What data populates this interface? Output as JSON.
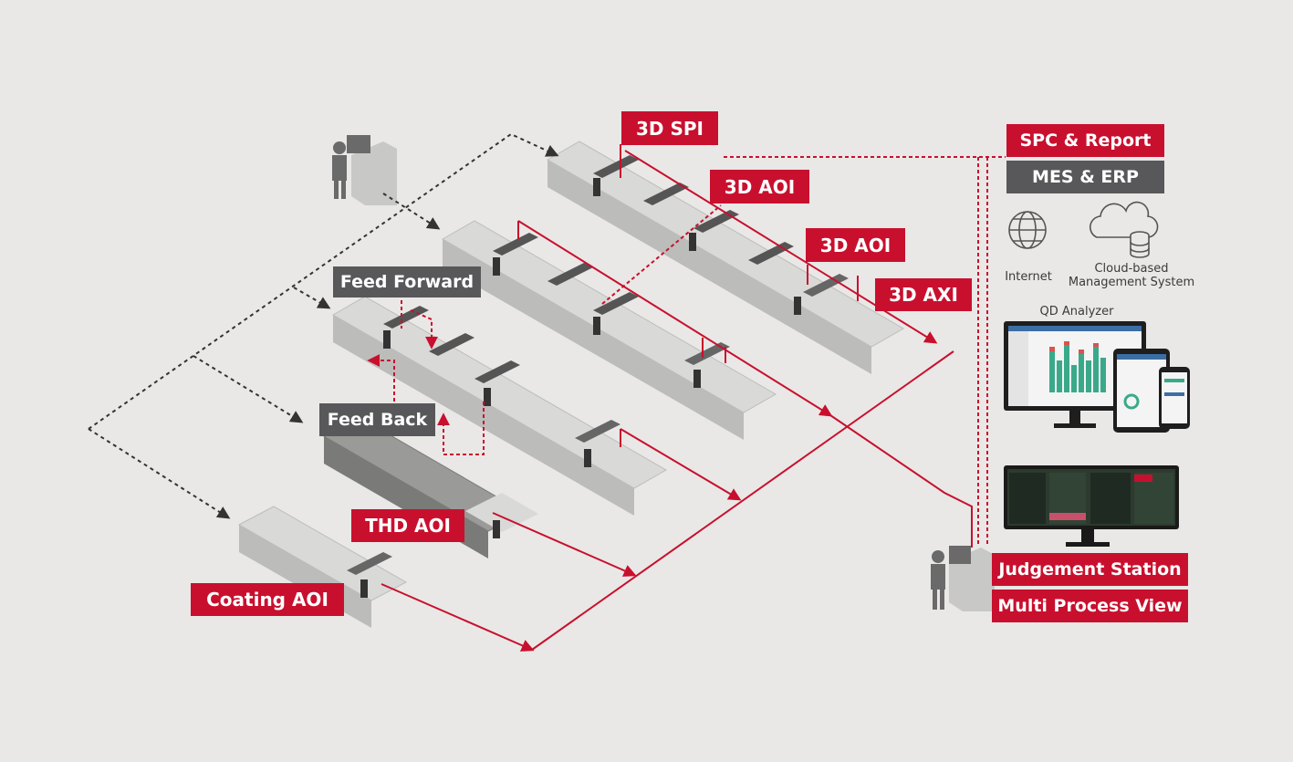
{
  "labels": {
    "spi": "3D SPI",
    "aoi_1": "3D AOI",
    "aoi_2": "3D AOI",
    "axi": "3D AXI",
    "thd_aoi": "THD AOI",
    "coating_aoi": "Coating AOI",
    "feed_forward": "Feed Forward",
    "feed_back": "Feed Back",
    "spc_report": "SPC & Report",
    "mes_erp": "MES & ERP",
    "internet": "Internet",
    "cloud_line1": "Cloud-based",
    "cloud_line2": "Management System",
    "qd_analyzer": "QD Analyzer",
    "judgement_station": "Judgement Station",
    "multi_process_view": "Multi Process View"
  },
  "icons": {
    "globe": "globe-icon",
    "cloud": "cloud-database-icon",
    "operator": "operator-workstation-icon"
  },
  "colors": {
    "accent_red": "#c8102e",
    "label_gray": "#58585a",
    "background": "#e9e8e6",
    "machine_body": "#d8d8d6",
    "machine_dark": "#555555"
  }
}
